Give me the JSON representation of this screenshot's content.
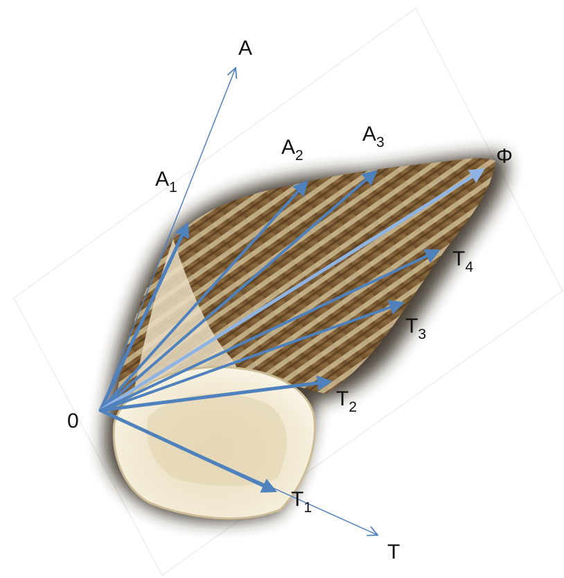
{
  "colors": {
    "vector": "#4f81bd",
    "vector_light": "#8fb4e3",
    "shell_dark": "#5a3a1c",
    "shell_mid": "#8a6a3e",
    "shell_light": "#d8c8a0",
    "aperture": "#efe6cc",
    "shadow": "#2a2418"
  },
  "labels": {
    "origin": "0",
    "A": "A",
    "T": "T",
    "phi": "Φ",
    "A1": {
      "base": "A",
      "sub": "1"
    },
    "A2": {
      "base": "A",
      "sub": "2"
    },
    "A3": {
      "base": "A",
      "sub": "3"
    },
    "T1": {
      "base": "T",
      "sub": "1"
    },
    "T2": {
      "base": "T",
      "sub": "2"
    },
    "T3": {
      "base": "T",
      "sub": "3"
    },
    "T4": {
      "base": "T",
      "sub": "4"
    }
  }
}
